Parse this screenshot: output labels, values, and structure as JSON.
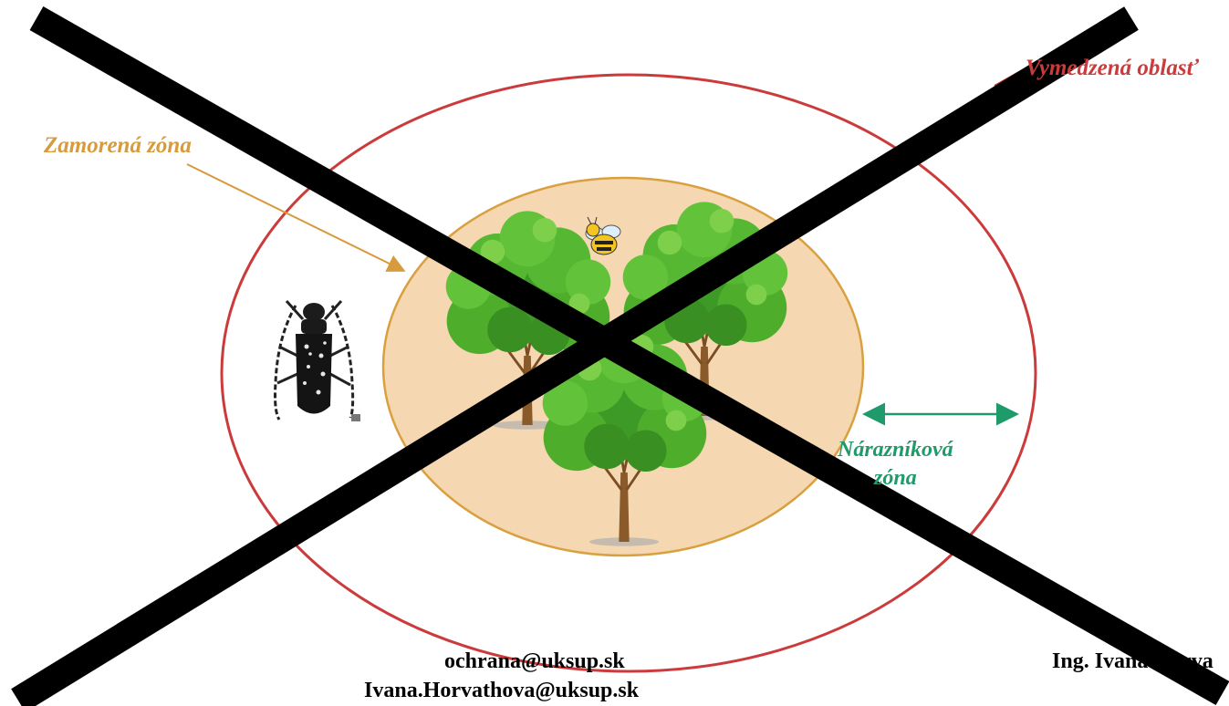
{
  "labels": {
    "infested_zone": "Zamorená zóna",
    "demarcated_area": "Vymedzená oblasť",
    "buffer_zone_line1": "Nárazníková",
    "buffer_zone_line2": "zóna"
  },
  "footer": {
    "email_general": "ochrana@uksup.sk",
    "email_personal": "Ivana.Horvathova@uksup.sk",
    "author": "Ing. Ivana Horva"
  },
  "colors": {
    "infested_zone": "#d79a3c",
    "demarcated_area": "#cc3b3b",
    "buffer_zone": "#1f9a6a",
    "inner_fill": "#f5d7b2",
    "inner_border": "#d9a040",
    "cross": "#000000"
  },
  "icons": [
    "tree-icon",
    "bee-icon",
    "longhorn-beetle-icon",
    "cross-out-mark"
  ]
}
